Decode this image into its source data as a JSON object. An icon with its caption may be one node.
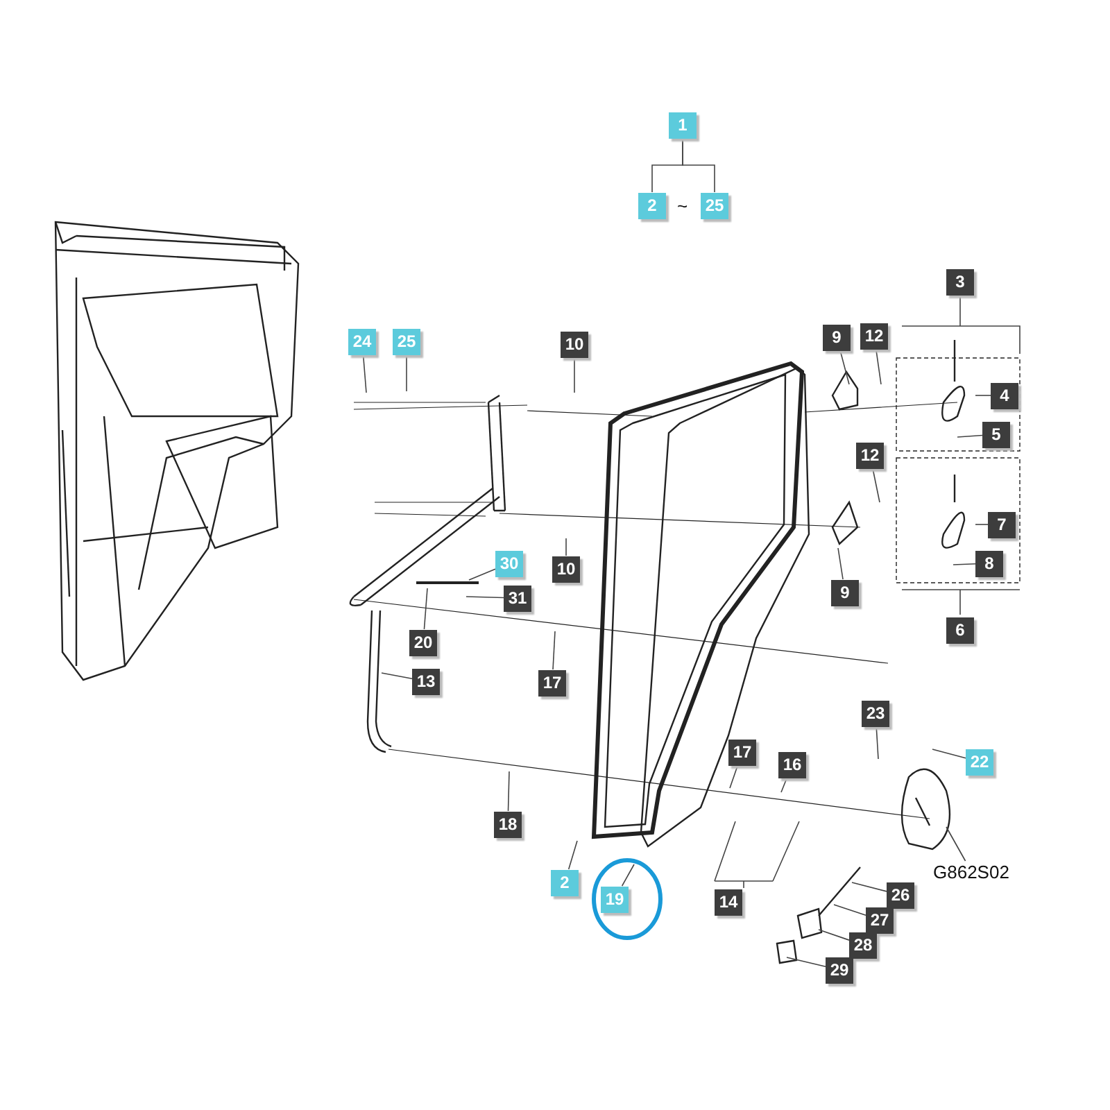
{
  "diagram": {
    "nodes": [
      {
        "text": [
          "1"
        ]
      },
      {
        "text": [
          "2"
        ]
      },
      {
        "text": [
          "25"
        ]
      },
      {
        "text": [
          "3"
        ]
      },
      {
        "text": [
          "24"
        ]
      },
      {
        "text": [
          "25"
        ]
      },
      {
        "text": [
          "10"
        ]
      },
      {
        "text": [
          "9"
        ]
      },
      {
        "text": [
          "12"
        ]
      },
      {
        "text": [
          "4"
        ]
      },
      {
        "text": [
          "5"
        ]
      },
      {
        "text": [
          "12"
        ]
      },
      {
        "text": [
          "7"
        ]
      },
      {
        "text": [
          "10"
        ]
      },
      {
        "text": [
          "30"
        ]
      },
      {
        "text": [
          "31"
        ]
      },
      {
        "text": [
          "8"
        ]
      },
      {
        "text": [
          "9"
        ]
      },
      {
        "text": [
          "6"
        ]
      },
      {
        "text": [
          "20"
        ]
      },
      {
        "text": [
          "13"
        ]
      },
      {
        "text": [
          "17"
        ]
      },
      {
        "text": [
          "23"
        ]
      },
      {
        "text": [
          "17"
        ]
      },
      {
        "text": [
          "16"
        ]
      },
      {
        "text": [
          "22"
        ]
      },
      {
        "text": [
          "18"
        ]
      },
      {
        "text": [
          "G862S02"
        ]
      },
      {
        "text": [
          "2"
        ]
      },
      {
        "text": [
          "19"
        ]
      },
      {
        "text": [
          "14"
        ]
      },
      {
        "text": [
          "26"
        ]
      },
      {
        "text": [
          "27"
        ]
      },
      {
        "text": [
          "28"
        ]
      },
      {
        "text": [
          "29"
        ]
      }
    ],
    "edges": [
      {
        "from": 0,
        "to": 1,
        "arrow": "none"
      },
      {
        "from": 0,
        "to": 2,
        "arrow": "none"
      },
      {
        "from": 4,
        "to": null,
        "arrow": "none"
      },
      {
        "from": 5,
        "to": null,
        "arrow": "none"
      },
      {
        "from": 6,
        "to": null,
        "arrow": "none"
      },
      {
        "from": 7,
        "to": null,
        "arrow": "none"
      },
      {
        "from": 8,
        "to": null,
        "arrow": "none"
      },
      {
        "from": 9,
        "to": null,
        "arrow": "none"
      },
      {
        "from": 10,
        "to": null,
        "arrow": "none"
      },
      {
        "from": 11,
        "to": null,
        "arrow": "none"
      },
      {
        "from": 12,
        "to": null,
        "arrow": "none"
      },
      {
        "from": 13,
        "to": null,
        "arrow": "none"
      },
      {
        "from": 14,
        "to": null,
        "arrow": "none"
      },
      {
        "from": 15,
        "to": null,
        "arrow": "none"
      },
      {
        "from": 16,
        "to": null,
        "arrow": "none"
      },
      {
        "from": 17,
        "to": null,
        "arrow": "none"
      },
      {
        "from": 19,
        "to": null,
        "arrow": "none"
      },
      {
        "from": 20,
        "to": null,
        "arrow": "none"
      },
      {
        "from": 21,
        "to": null,
        "arrow": "none"
      },
      {
        "from": 22,
        "to": null,
        "arrow": "none"
      },
      {
        "from": 23,
        "to": null,
        "arrow": "none"
      },
      {
        "from": 24,
        "to": null,
        "arrow": "none"
      },
      {
        "from": 25,
        "to": null,
        "arrow": "none"
      },
      {
        "from": 26,
        "to": null,
        "arrow": "none"
      },
      {
        "from": 27,
        "to": null,
        "arrow": "none"
      },
      {
        "from": 28,
        "to": null,
        "arrow": "none"
      },
      {
        "from": 29,
        "to": null,
        "arrow": "none"
      },
      {
        "from": 31,
        "to": null,
        "arrow": "none"
      },
      {
        "from": 32,
        "to": null,
        "arrow": "none"
      },
      {
        "from": 33,
        "to": null,
        "arrow": "none"
      },
      {
        "from": 34,
        "to": null,
        "arrow": "none"
      }
    ],
    "labels": [
      "~"
    ]
  }
}
